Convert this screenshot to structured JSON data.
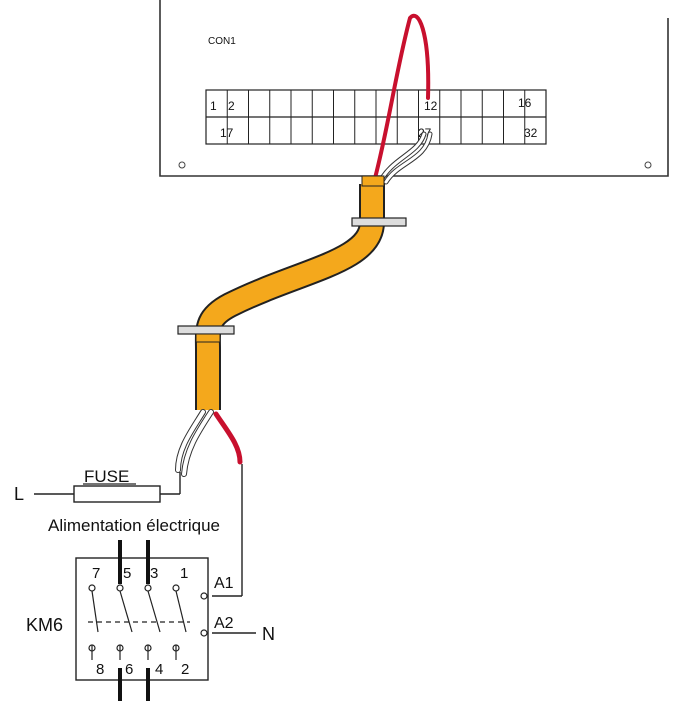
{
  "connector": {
    "name": "CON1",
    "top_row": [
      "1",
      "2",
      "12",
      "16"
    ],
    "bottom_row": [
      "17",
      "27",
      "32"
    ]
  },
  "fuse": {
    "label": "FUSE",
    "line_label": "L"
  },
  "supply": {
    "caption": "Alimentation électrique"
  },
  "relay": {
    "name": "KM6",
    "top_pins": [
      "7",
      "5",
      "3",
      "1"
    ],
    "bottom_pins": [
      "8",
      "6",
      "4",
      "2"
    ],
    "coil_pins": [
      "A1",
      "A2"
    ],
    "neutral_label": "N"
  },
  "colors": {
    "cable_jacket": "#f4a81c",
    "live_wire": "#c8102e",
    "line": "#222222"
  }
}
